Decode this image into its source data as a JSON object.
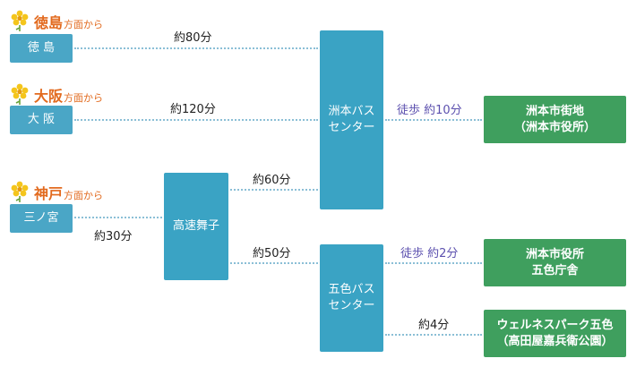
{
  "origins": [
    {
      "title": "徳島",
      "sub": "方面から",
      "station": "徳 島",
      "time": "約80分"
    },
    {
      "title": "大阪",
      "sub": "方面から",
      "station": "大 阪",
      "time": "約120分"
    },
    {
      "title": "神戸",
      "sub": "方面から",
      "station": "三ノ宮",
      "time": "約30分"
    }
  ],
  "hubs": {
    "maiko": "高速舞子",
    "maiko_to_sumoto": "約60分",
    "maiko_to_goshiki": "約50分",
    "sumoto_bus": [
      "洲本バス",
      "センター"
    ],
    "goshiki_bus": [
      "五色バス",
      "センター"
    ]
  },
  "destinations": [
    {
      "lines": [
        "洲本市街地",
        "（洲本市役所）"
      ],
      "route": "徒歩  約10分",
      "walk": true
    },
    {
      "lines": [
        "洲本市役所",
        "五色庁舎"
      ],
      "route": "徒歩  約2分",
      "walk": true
    },
    {
      "lines": [
        "ウェルネスパーク五色",
        "（高田屋嘉兵衛公園）"
      ],
      "route": "約4分",
      "walk": false
    }
  ],
  "colors": {
    "station_box": "#4aa6c6",
    "bus_box": "#3aa3c4",
    "dest_box": "#3f9f5e",
    "origin_title": "#e26a1e",
    "walk_label": "#5b4fae",
    "connector": "#8bbfd6"
  },
  "icons": {
    "origin_marker": "yellow-flower-icon"
  }
}
